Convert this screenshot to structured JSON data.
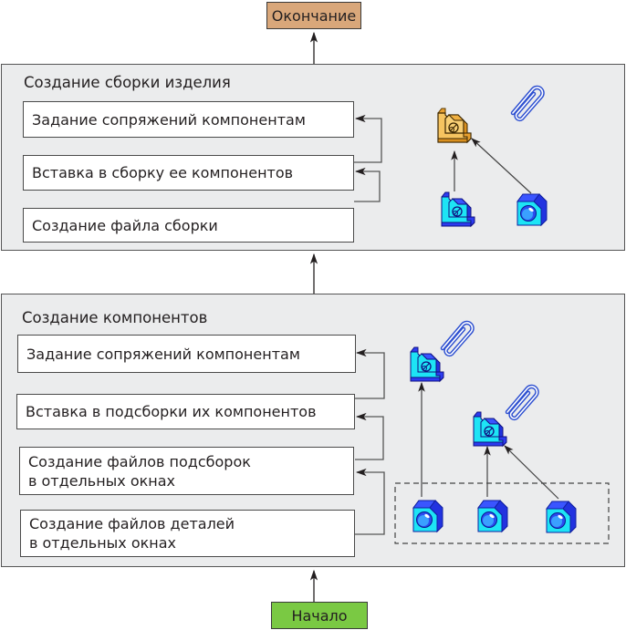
{
  "colors": {
    "end_fill": "#d9a77a",
    "start_fill": "#7ac943",
    "stage_fill": "#ebeced",
    "part_cyan": "#1de4f5",
    "part_blue": "#2d3cf0",
    "assembly_orange": "#f4b844",
    "paperclip_blue": "#2d4fd0"
  },
  "end_node": {
    "label": "Окончание"
  },
  "start_node": {
    "label": "Начало"
  },
  "stage_assembly": {
    "title": "Создание сборки изделия",
    "steps": [
      "Задание сопряжений компонентам",
      "Вставка в сборку ее компонентов",
      "Создание файла сборки"
    ],
    "icons": [
      "paperclip-icon",
      "product-assembly-icon",
      "subassembly-icon",
      "part-icon"
    ]
  },
  "stage_components": {
    "title": "Создание компонентов",
    "steps": [
      "Задание сопряжений компонентам",
      "Вставка в подсборки их компонентов",
      "Создание файлов подсборок\nв отдельных окнах",
      "Создание файлов деталей\nв отдельных окнах"
    ],
    "icons": [
      "paperclip-icon",
      "subassembly-icon",
      "paperclip-icon",
      "subassembly-icon",
      "part-icon",
      "part-icon",
      "part-icon"
    ]
  }
}
